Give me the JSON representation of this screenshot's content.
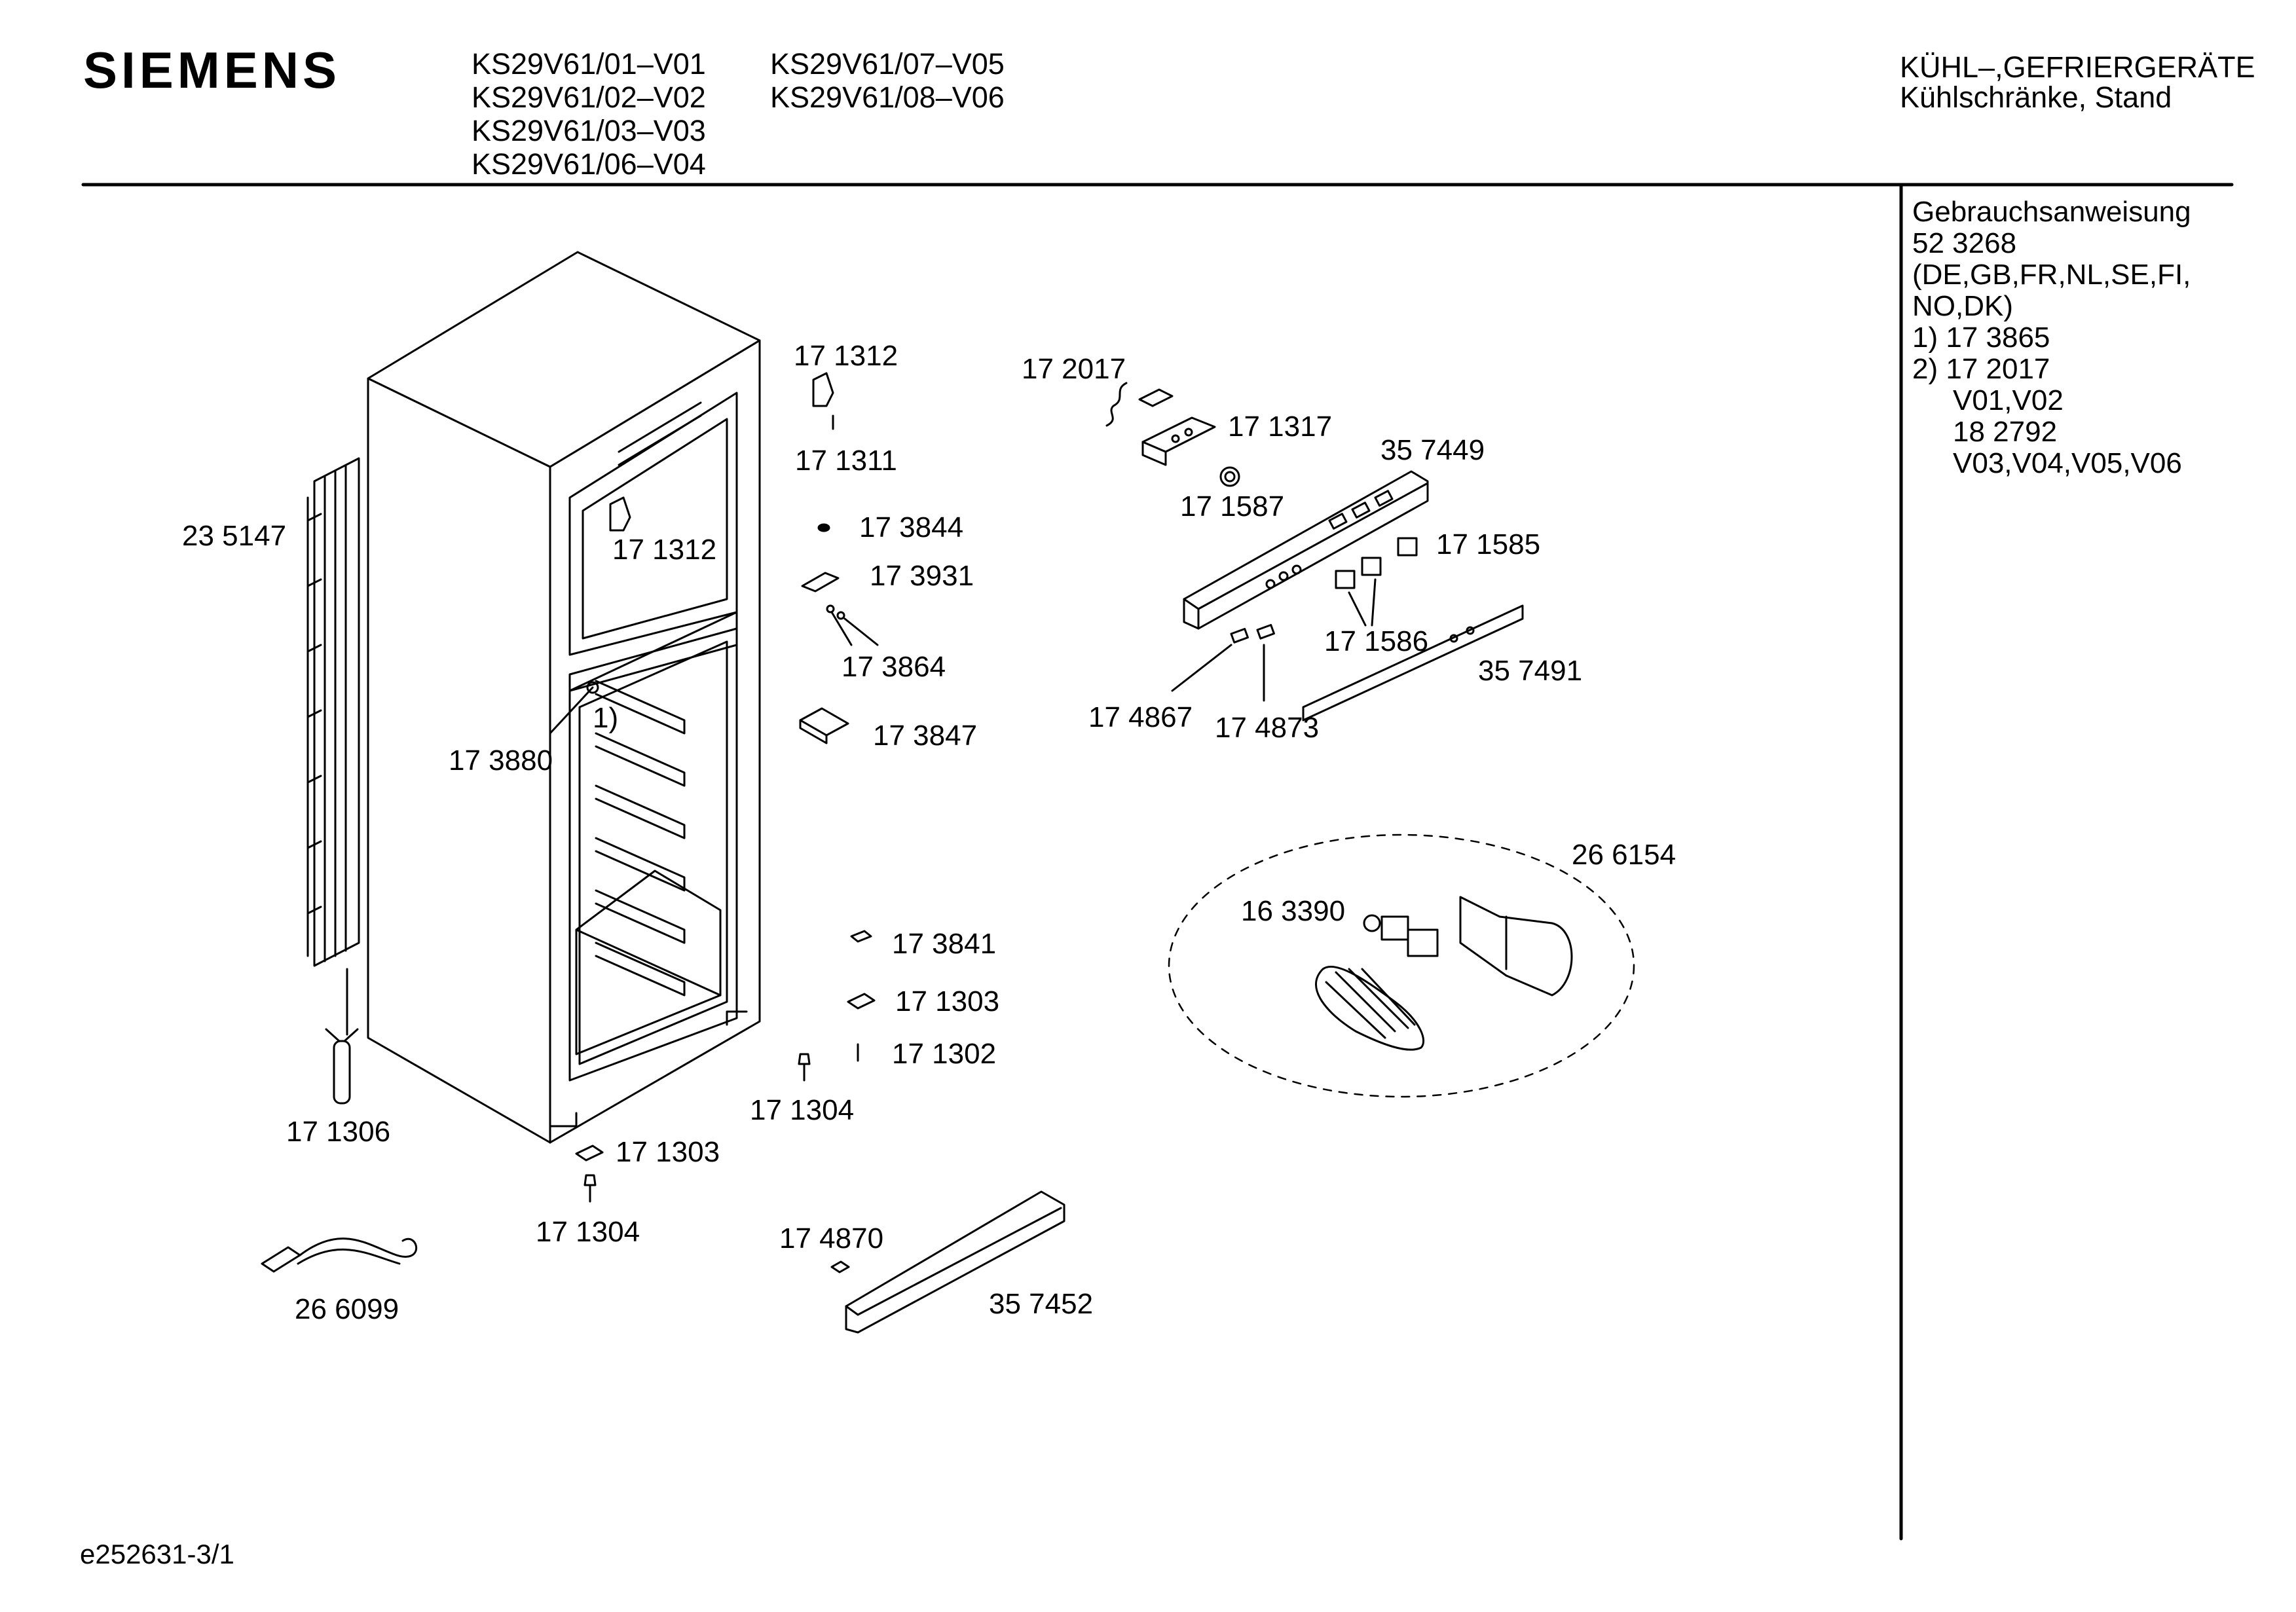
{
  "header": {
    "brand": "SIEMENS",
    "models_col1": [
      "KS29V61/01–V01",
      "KS29V61/02–V02",
      "KS29V61/03–V03",
      "KS29V61/06–V04"
    ],
    "models_col2": [
      "KS29V61/07–V05",
      "KS29V61/08–V06"
    ],
    "category_line1": "KÜHL–,GEFRIERGERÄTE",
    "category_line2": "Kühlschränke, Stand"
  },
  "sidebar": {
    "title": "Gebrauchsanweisung",
    "number": "52 3268",
    "languages_line1": "(DE,GB,FR,NL,SE,FI,",
    "languages_line2": "NO,DK)",
    "note1": "1)  17 3865",
    "note2": "2)  17 2017",
    "note2_variants": "V01,V02",
    "note3": "18 2792",
    "note3_variants": "V03,V04,V05,V06"
  },
  "parts": [
    {
      "id": "171312a",
      "label": "17 1312"
    },
    {
      "id": "171311",
      "label": "17 1311"
    },
    {
      "id": "171312b",
      "label": "17 1312"
    },
    {
      "id": "235147",
      "label": "23 5147"
    },
    {
      "id": "173844",
      "label": "17 3844"
    },
    {
      "id": "173931",
      "label": "17 3931"
    },
    {
      "id": "173864",
      "label": "17 3864"
    },
    {
      "id": "173847",
      "label": "17 3847"
    },
    {
      "id": "173880",
      "label": "17 3880"
    },
    {
      "id": "ref1",
      "label": "1)"
    },
    {
      "id": "172017",
      "label": "17 2017"
    },
    {
      "id": "171317",
      "label": "17 1317"
    },
    {
      "id": "357449",
      "label": "35 7449"
    },
    {
      "id": "171587",
      "label": "17 1587"
    },
    {
      "id": "171585",
      "label": "17 1585"
    },
    {
      "id": "171586",
      "label": "17 1586"
    },
    {
      "id": "357491",
      "label": "35 7491"
    },
    {
      "id": "174867",
      "label": "17 4867"
    },
    {
      "id": "174873",
      "label": "17 4873"
    },
    {
      "id": "266154",
      "label": "26 6154"
    },
    {
      "id": "163390",
      "label": "16 3390"
    },
    {
      "id": "173841",
      "label": "17 3841"
    },
    {
      "id": "171303a",
      "label": "17 1303"
    },
    {
      "id": "171302",
      "label": "17 1302"
    },
    {
      "id": "171304a",
      "label": "17 1304"
    },
    {
      "id": "171306",
      "label": "17 1306"
    },
    {
      "id": "171303b",
      "label": "17 1303"
    },
    {
      "id": "171304b",
      "label": "17 1304"
    },
    {
      "id": "174870",
      "label": "17 4870"
    },
    {
      "id": "357452",
      "label": "35 7452"
    },
    {
      "id": "266099",
      "label": "26 6099"
    }
  ],
  "footer": {
    "drawing_id": "e252631-3/1"
  },
  "colors": {
    "ink": "#000000",
    "background": "#ffffff"
  }
}
